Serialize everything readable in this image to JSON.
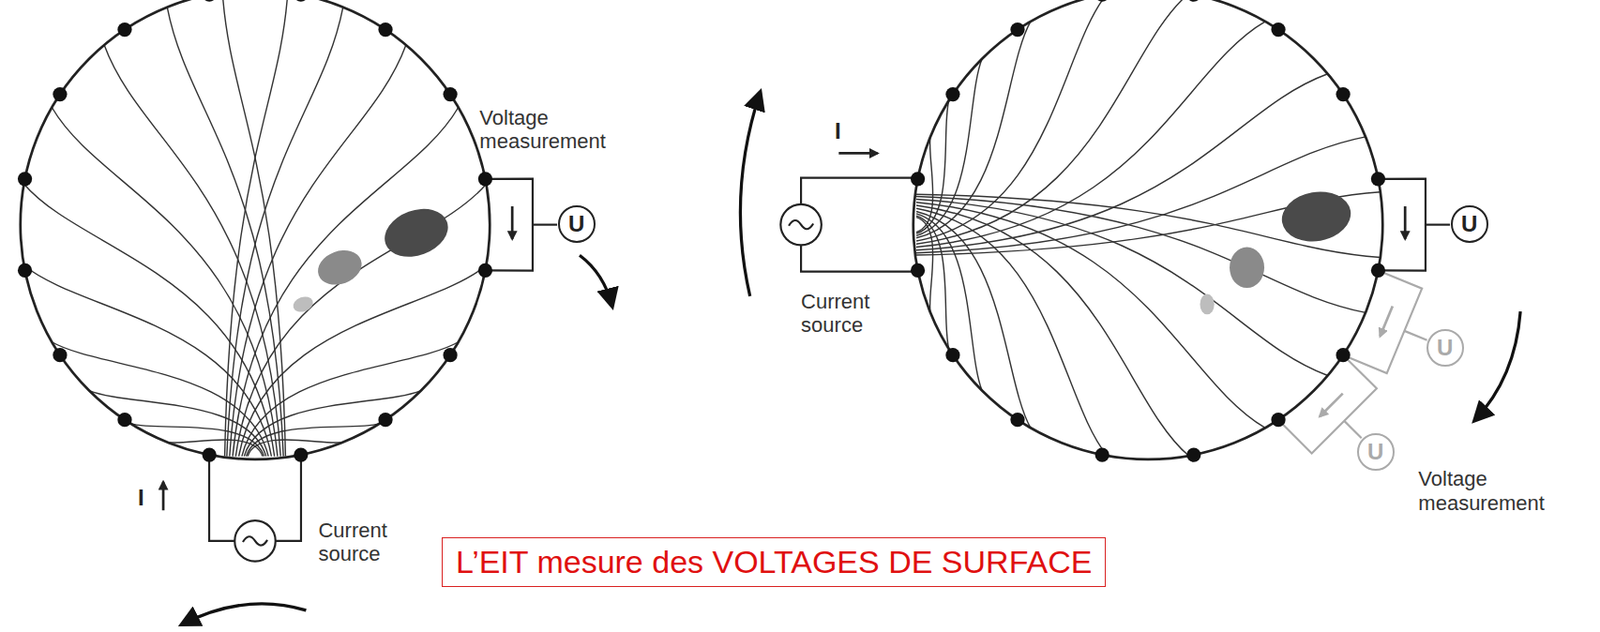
{
  "diagram": {
    "nodes": [
      {
        "text": [
          "U"
        ]
      },
      {
        "text": [
          "U"
        ]
      },
      {
        "text": [
          "U"
        ]
      },
      {
        "text": [
          "U"
        ]
      },
      {
        "text": [
          "L’EIT mesure des VOLTAGES DE SURFACE"
        ]
      }
    ],
    "labels": [
      "Voltage measurement",
      "I",
      "Current source",
      "I",
      "Current source",
      "Voltage measurement"
    ]
  }
}
